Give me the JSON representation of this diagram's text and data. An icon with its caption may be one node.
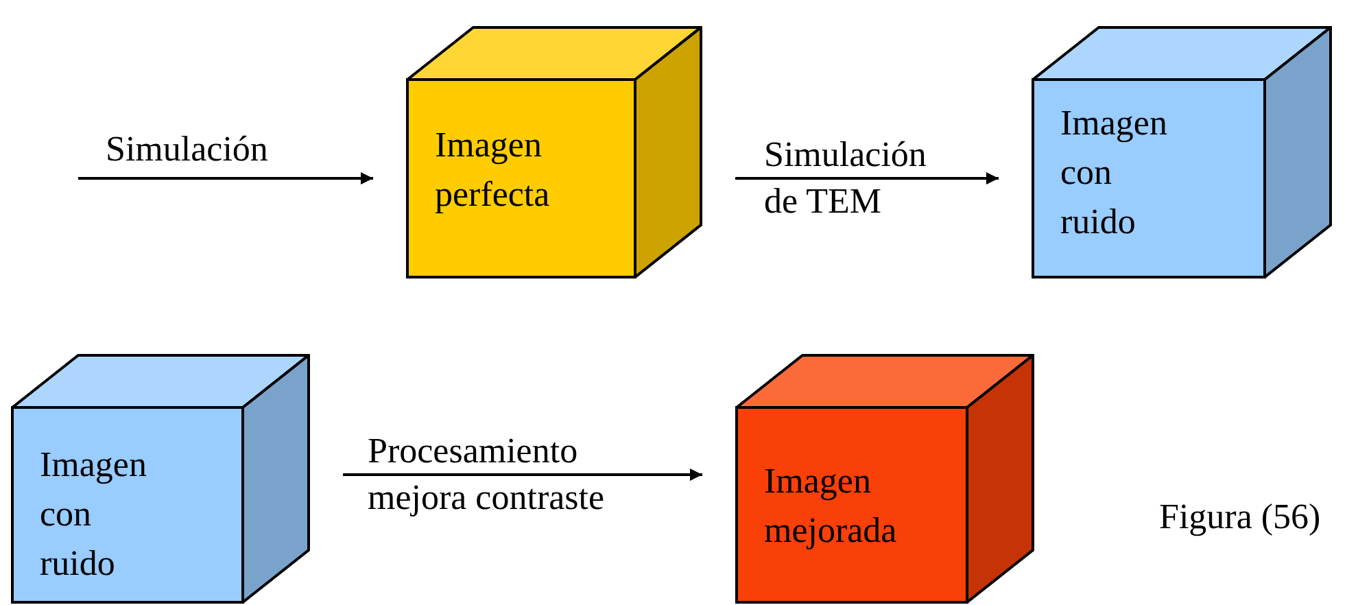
{
  "diagram": {
    "nodes": [
      {
        "text": [
          "Imagen perfecta"
        ]
      },
      {
        "text": [
          "Imagen con ruido"
        ]
      },
      {
        "text": [
          "Imagen con ruido"
        ]
      },
      {
        "text": [
          "Imagen mejorada"
        ]
      }
    ],
    "edges": [
      {
        "from": null,
        "to": 0,
        "arrow": "to",
        "label": "Simulación"
      },
      {
        "from": 0,
        "to": 1,
        "arrow": "to",
        "label": "Simulación de TEM"
      },
      {
        "from": 2,
        "to": 3,
        "arrow": "to",
        "label": "Procesamiento mejora contraste"
      }
    ],
    "labels": [
      "Figura (56)"
    ]
  }
}
